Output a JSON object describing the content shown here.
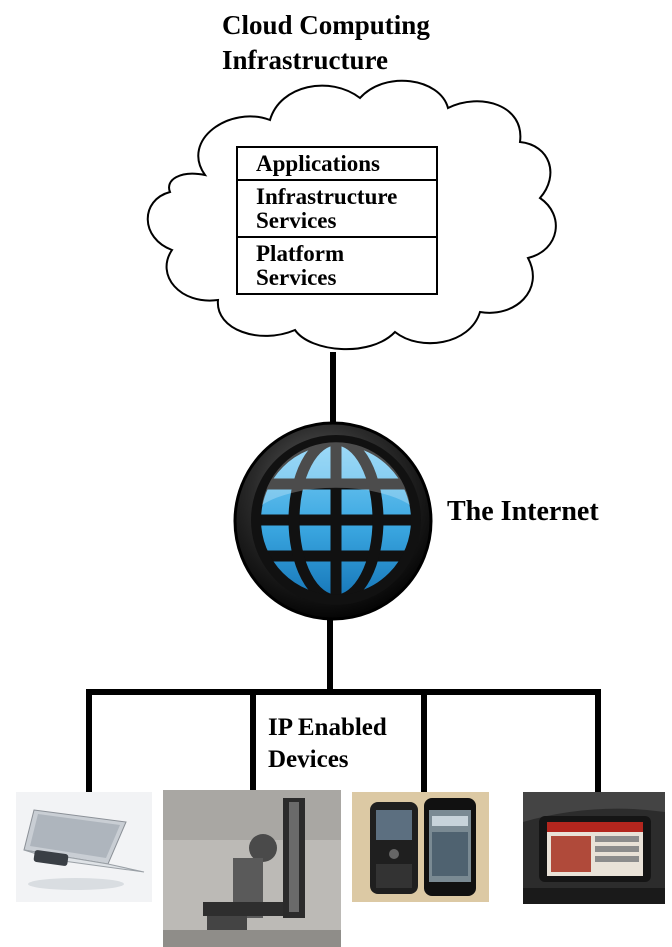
{
  "title": {
    "line1": "Cloud Computing",
    "line2": "Infrastructure"
  },
  "cloud_layers": [
    {
      "lines": [
        "Applications"
      ]
    },
    {
      "lines": [
        "Infrastructure",
        "Services"
      ]
    },
    {
      "lines": [
        "Platform",
        "Services"
      ]
    }
  ],
  "internet": {
    "label": "The Internet",
    "icon": "globe-icon",
    "accent": "#3aa6e0"
  },
  "devices": {
    "label_line1": "IP Enabled",
    "label_line2": "Devices",
    "items": [
      {
        "icon": "laptop-photo"
      },
      {
        "icon": "desktop-computer-photo"
      },
      {
        "icon": "smartphones-photo"
      },
      {
        "icon": "car-navigation-screen-photo"
      }
    ]
  }
}
